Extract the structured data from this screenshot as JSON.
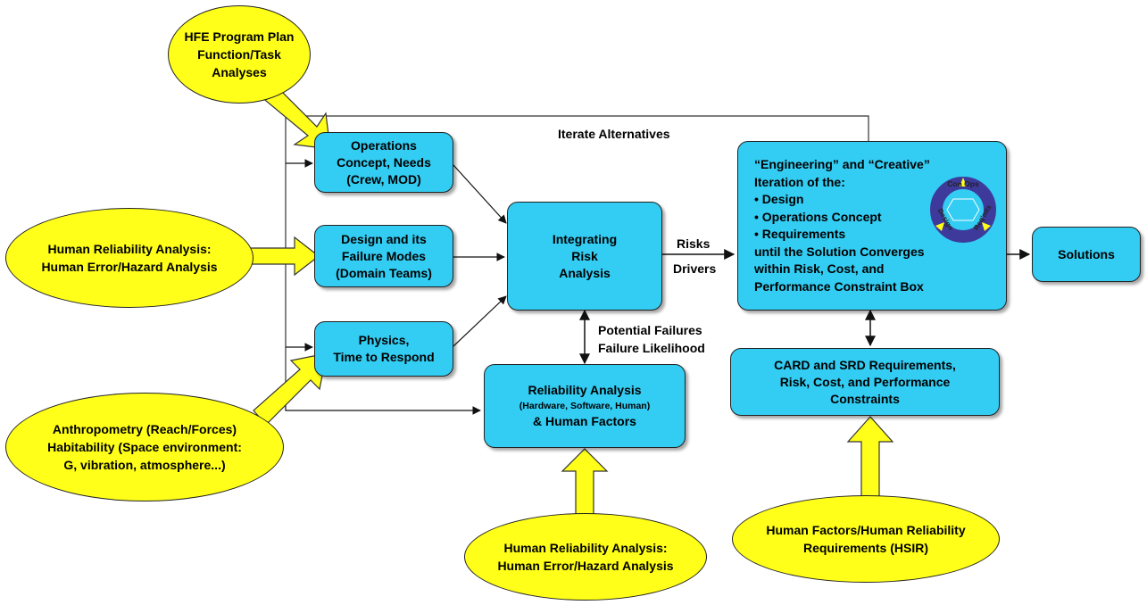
{
  "colors": {
    "box": "#33ccf2",
    "ellipse": "#ffff1a",
    "wheel_ring": "#3d3a9c",
    "wheel_accent": "#ffff1a"
  },
  "inputs": {
    "hfe": [
      "HFE Program Plan",
      "Function/Task Analyses"
    ],
    "hra_left": [
      "Human Reliability Analysis:",
      "Human Error/Hazard Analysis"
    ],
    "anthro": [
      "Anthropometry (Reach/Forces)",
      "Habitability (Space environment:",
      "G, vibration, atmosphere...)"
    ],
    "hra_bottom": [
      "Human Reliability Analysis:",
      "Human Error/Hazard Analysis"
    ],
    "hsir": [
      "Human Factors/Human Reliability",
      "Requirements (HSIR)"
    ]
  },
  "boxes": {
    "ops": [
      "Operations",
      "Concept, Needs",
      "(Crew, MOD)"
    ],
    "design": [
      "Design and its",
      "Failure Modes",
      "(Domain Teams)"
    ],
    "physics": [
      "Physics,",
      "Time to Respond"
    ],
    "integrating": [
      "Integrating",
      "Risk",
      "Analysis"
    ],
    "reliability": [
      "Reliability Analysis",
      "(Hardware, Software, Human)",
      "& Human Factors"
    ],
    "engineering": [
      "“Engineering” and “Creative”",
      "Iteration of the:",
      "• Design",
      "• Operations Concept",
      "• Requirements",
      "until the Solution Converges",
      "within Risk, Cost, and",
      "Performance Constraint Box"
    ],
    "card": [
      "CARD and SRD Requirements,",
      "Risk, Cost, and Performance",
      "Constraints"
    ],
    "solutions": "Solutions"
  },
  "labels": {
    "iterate": "Iterate Alternatives",
    "risks": "Risks",
    "drivers": "Drivers",
    "potential_failures": "Potential Failures",
    "failure_likelihood": "Failure Likelihood"
  },
  "wheel": {
    "top": "Con Ops",
    "left": "Design",
    "right": "Req'mts"
  }
}
